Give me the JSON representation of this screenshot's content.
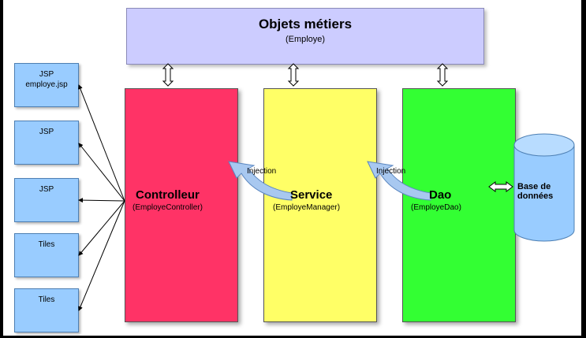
{
  "business_objects": {
    "title": "Objets métiers",
    "subtitle": "(Employe)"
  },
  "views": [
    {
      "line1": "JSP",
      "line2": "employe.jsp"
    },
    {
      "line1": "JSP",
      "line2": ""
    },
    {
      "line1": "JSP",
      "line2": ""
    },
    {
      "line1": "Tiles",
      "line2": ""
    },
    {
      "line1": "Tiles",
      "line2": ""
    }
  ],
  "layers": {
    "controller": {
      "name": "Controlleur",
      "class_name": "(EmployeController)",
      "color": "#ff3366"
    },
    "service": {
      "name": "Service",
      "class_name": "(EmployeManager)",
      "color": "#ffff66"
    },
    "dao": {
      "name": "Dao",
      "class_name": "(EmployeDao)",
      "color": "#33ff33"
    }
  },
  "injections": {
    "service_to_controller": "Injection",
    "dao_to_service": "Injection"
  },
  "database": {
    "line1": "Base de",
    "line2": "données"
  }
}
